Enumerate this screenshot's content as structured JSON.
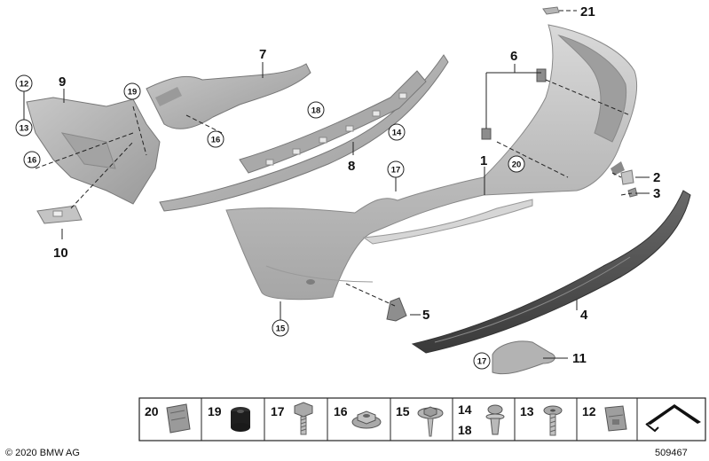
{
  "diagram": {
    "callouts": {
      "p1": "1",
      "p2": "2",
      "p3": "3",
      "p4": "4",
      "p5": "5",
      "p6": "6",
      "p7": "7",
      "p8": "8",
      "p9": "9",
      "p10": "10",
      "p11": "11",
      "p21": "21",
      "c12": "12",
      "c13": "13",
      "c14": "14",
      "c15": "15",
      "c16a": "16",
      "c16b": "16",
      "c17a": "17",
      "c17b": "17",
      "c18": "18",
      "c19": "19",
      "c20": "20"
    },
    "fasteners_table": {
      "cells": [
        {
          "label": "20",
          "icon": "clip-icon"
        },
        {
          "label": "19",
          "icon": "rubber-buffer-icon"
        },
        {
          "label": "17",
          "icon": "hex-bolt-icon"
        },
        {
          "label": "16",
          "icon": "flange-nut-icon"
        },
        {
          "label": "15",
          "icon": "screw-washer-icon"
        },
        {
          "label": "14",
          "label2": "18",
          "icon": "expanding-rivet-icon"
        },
        {
          "label": "13",
          "icon": "torx-screw-icon"
        },
        {
          "label": "12",
          "icon": "nut-clip-icon"
        },
        {
          "label": "",
          "icon": "arrow-icon"
        }
      ]
    },
    "copyright": "© 2020 BMW AG",
    "diagram_number": "509467"
  }
}
